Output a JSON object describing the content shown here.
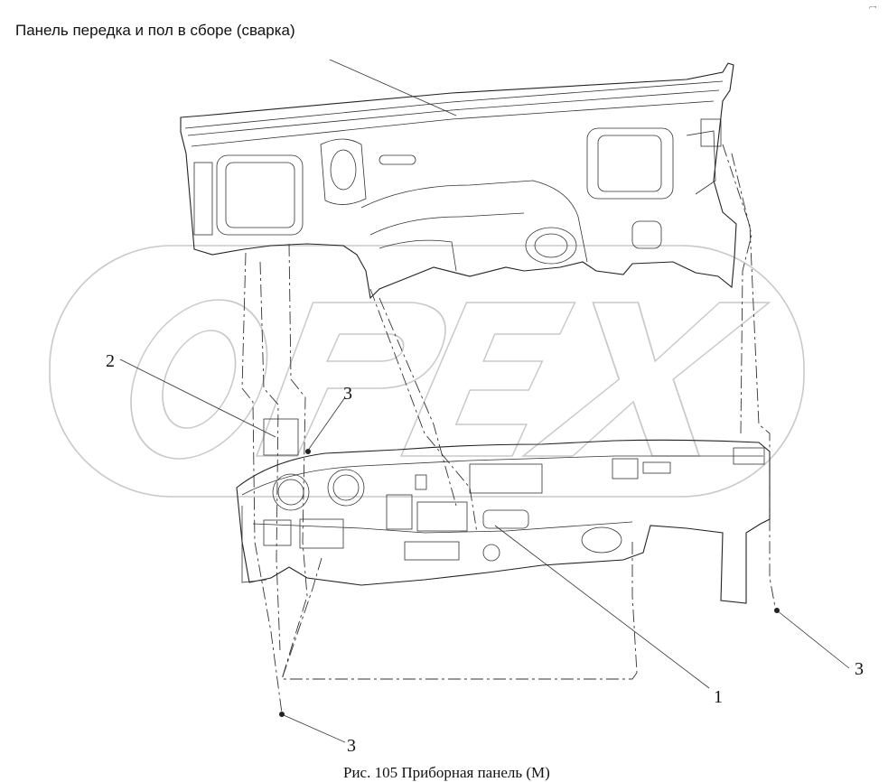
{
  "document": {
    "title": "Панель передка и пол в сборе (сварка)",
    "caption": "Рис. 105 Приборная панель (М)"
  },
  "watermark": {
    "text": "OPEX",
    "color": "#c9c9c9"
  },
  "callouts": [
    {
      "id": "1",
      "label": "1"
    },
    {
      "id": "2",
      "label": "2"
    },
    {
      "id": "3a",
      "label": "3"
    },
    {
      "id": "3b",
      "label": "3"
    },
    {
      "id": "3c",
      "label": "3"
    }
  ]
}
